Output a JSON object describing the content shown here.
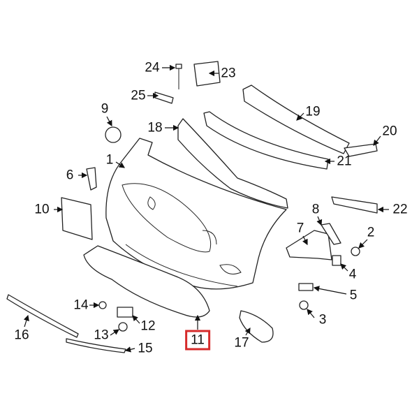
{
  "diagram": {
    "title": "Front bumper assembly exploded parts diagram",
    "highlight_color": "#d62b2b",
    "callouts": [
      {
        "id": "1",
        "text": "1"
      },
      {
        "id": "2",
        "text": "2"
      },
      {
        "id": "3",
        "text": "3"
      },
      {
        "id": "4",
        "text": "4"
      },
      {
        "id": "5",
        "text": "5"
      },
      {
        "id": "6",
        "text": "6"
      },
      {
        "id": "7",
        "text": "7"
      },
      {
        "id": "8",
        "text": "8"
      },
      {
        "id": "9",
        "text": "9"
      },
      {
        "id": "10",
        "text": "10"
      },
      {
        "id": "11",
        "text": "11",
        "highlighted": true
      },
      {
        "id": "12",
        "text": "12"
      },
      {
        "id": "13",
        "text": "13"
      },
      {
        "id": "14",
        "text": "14"
      },
      {
        "id": "15",
        "text": "15"
      },
      {
        "id": "16",
        "text": "16"
      },
      {
        "id": "17",
        "text": "17"
      },
      {
        "id": "18",
        "text": "18"
      },
      {
        "id": "19",
        "text": "19"
      },
      {
        "id": "20",
        "text": "20"
      },
      {
        "id": "21",
        "text": "21"
      },
      {
        "id": "22",
        "text": "22"
      },
      {
        "id": "23",
        "text": "23"
      },
      {
        "id": "24",
        "text": "24"
      },
      {
        "id": "25",
        "text": "25"
      }
    ]
  }
}
